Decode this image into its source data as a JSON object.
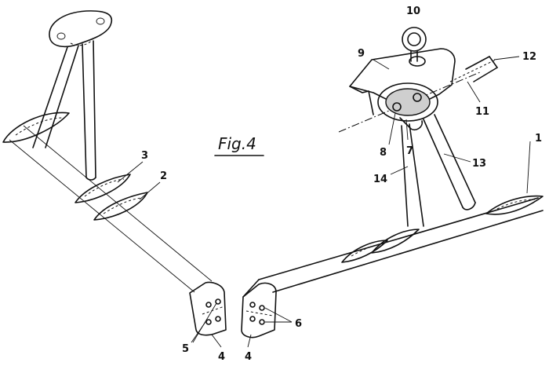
{
  "caption": "Fig.4",
  "labels": {
    "l1": "1",
    "l2": "2",
    "l3": "3",
    "l4a": "4",
    "l4b": "4",
    "l5": "5",
    "l6": "6",
    "l7": "7",
    "l8": "8",
    "l9": "9",
    "l10": "10",
    "l11": "11",
    "l12": "12",
    "l13": "13",
    "l14": "14"
  },
  "colors": {
    "ink": "#111111",
    "paper": "#ffffff",
    "shade": "#cfcfcf"
  }
}
